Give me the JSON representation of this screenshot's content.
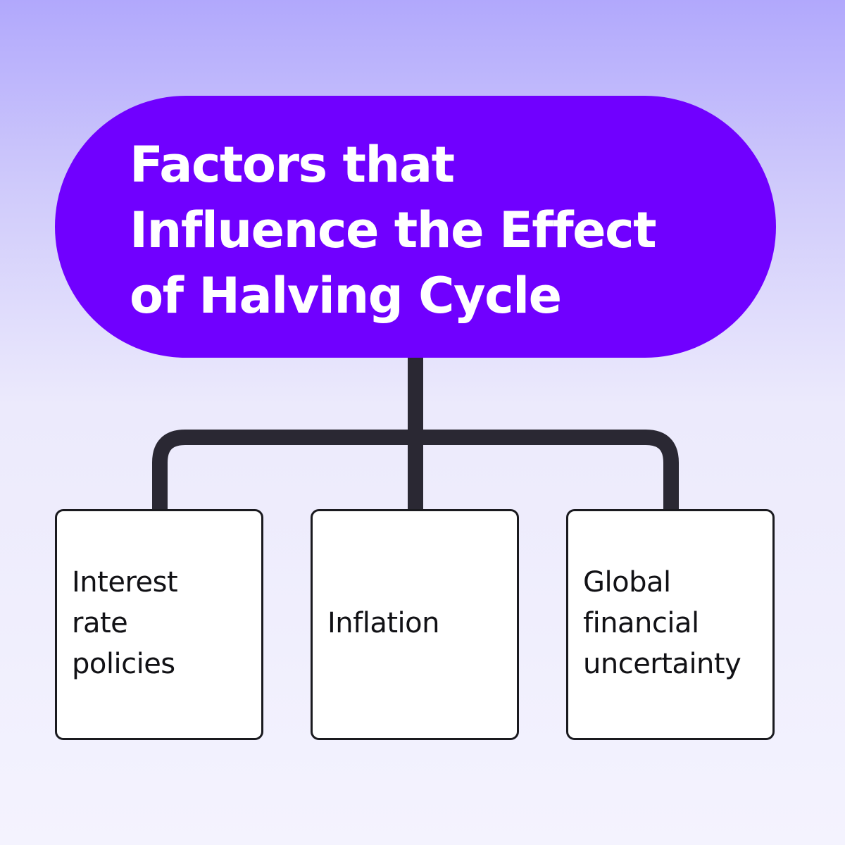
{
  "title": "Factors that\nInfluence the Effect\nof Halving Cycle",
  "factors": [
    {
      "label": "Interest\nrate\npolicies"
    },
    {
      "label": "Inflation"
    },
    {
      "label": "Global\nfinancial\nuncertainty"
    }
  ],
  "colors": {
    "title_background": "#7000ff",
    "title_text": "#ffffff",
    "connector": "#2a2833",
    "box_border": "#1a1a1f",
    "box_fill": "#ffffff"
  }
}
